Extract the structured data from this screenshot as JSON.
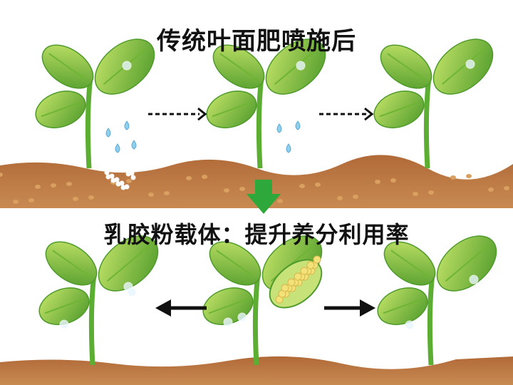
{
  "top_panel": {
    "title": "传统叶面肥喷施后"
  },
  "bottom_panel": {
    "title": "乳胶粉载体：提升养分利用率"
  },
  "colors": {
    "leaf": "#8cc63f",
    "leaf_dark": "#4e9a2a",
    "stem": "#5cae32",
    "soil": "#b06a38",
    "soil_light": "#c98a52",
    "arrow_green": "#2ea83a",
    "water": "#8fd0ee",
    "capsule": "#f3e27a"
  },
  "icons": [
    "dashed-arrow-right",
    "down-arrow",
    "arrow-left",
    "arrow-right",
    "water-drop",
    "fertilizer-capsule"
  ]
}
